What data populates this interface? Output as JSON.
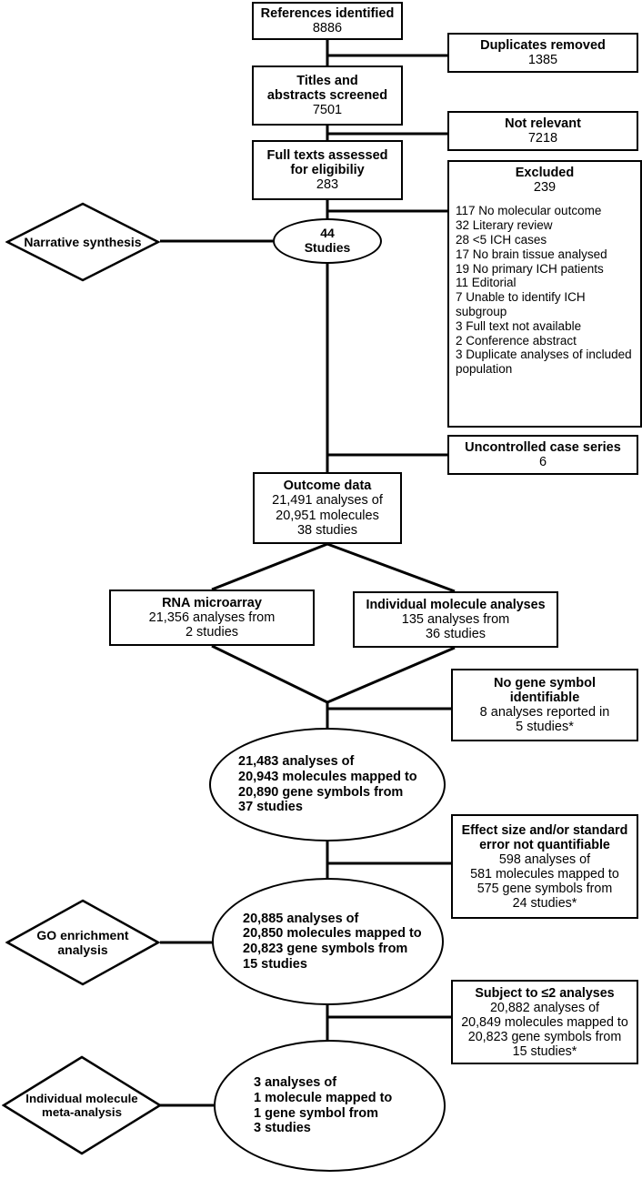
{
  "diagram": {
    "type": "prisma-flow-diagram",
    "nodes": {
      "references_identified": {
        "title": "References identified",
        "value": "8886"
      },
      "duplicates_removed": {
        "title": "Duplicates removed",
        "value": "1385"
      },
      "titles_abstracts": {
        "title_line1": "Titles and",
        "title_line2": "abstracts screened",
        "value": "7501"
      },
      "not_relevant": {
        "title": "Not relevant",
        "value": "7218"
      },
      "full_texts": {
        "title_line1": "Full texts assessed",
        "title_line2": "for eligibiliy",
        "value": "283"
      },
      "excluded": {
        "title": "Excluded",
        "value": "239",
        "reasons": [
          "117 No molecular outcome",
          "32 Literary review",
          "28 <5 ICH cases",
          "17 No brain tissue analysed",
          "19 No primary ICH patients",
          "11 Editorial",
          "7 Unable to identify ICH subgroup",
          "3 Full text not available",
          "2 Conference abstract",
          "3 Duplicate analyses of included population"
        ]
      },
      "studies_44": {
        "line1": "44",
        "line2": "Studies"
      },
      "narrative_synthesis": {
        "label": "Narrative synthesis"
      },
      "uncontrolled_case_series": {
        "title": "Uncontrolled case series",
        "value": "6"
      },
      "outcome_data": {
        "title": "Outcome data",
        "line1": "21,491 analyses of",
        "line2": "20,951 molecules",
        "line3": "38 studies"
      },
      "rna_microarray": {
        "title": "RNA microarray",
        "line1": "21,356 analyses from",
        "line2": "2 studies"
      },
      "individual_molecule_analyses": {
        "title": "Individual molecule analyses",
        "line1": "135 analyses from",
        "line2": "36 studies"
      },
      "no_gene_symbol": {
        "title_line1": "No gene symbol",
        "title_line2": "identifiable",
        "line1": "8 analyses reported in",
        "line2": "5 studies*"
      },
      "mapped_37_studies": {
        "line1": "21,483 analyses of",
        "line2": "20,943 molecules mapped to",
        "line3": "20,890 gene symbols from",
        "line4": "37 studies"
      },
      "effect_size_not_quantifiable": {
        "title_line1": "Effect size and/or standard",
        "title_line2": "error not quantifiable",
        "line1": "598 analyses of",
        "line2": "581 molecules mapped to",
        "line3": "575 gene symbols from",
        "line4": "24 studies*"
      },
      "mapped_15_studies": {
        "line1": "20,885 analyses of",
        "line2": "20,850 molecules mapped to",
        "line3": "20,823 gene symbols from",
        "line4": "15 studies"
      },
      "go_enrichment": {
        "label_line1": "GO enrichment",
        "label_line2": "analysis"
      },
      "subject_to_two_analyses": {
        "title": "Subject to ≤2 analyses",
        "line1": "20,882 analyses of",
        "line2": "20,849 molecules mapped to",
        "line3": "20,823 gene symbols from",
        "line4": "15 studies*"
      },
      "final_meta": {
        "line1": "3 analyses of",
        "line2": "1 molecule mapped to",
        "line3": "1 gene symbol from",
        "line4": "3 studies"
      },
      "individual_meta_analysis": {
        "label_line1": "Individual molecule",
        "label_line2": "meta-analysis"
      }
    },
    "colors": {
      "stroke": "#000000",
      "background": "#ffffff",
      "text": "#000000"
    }
  }
}
